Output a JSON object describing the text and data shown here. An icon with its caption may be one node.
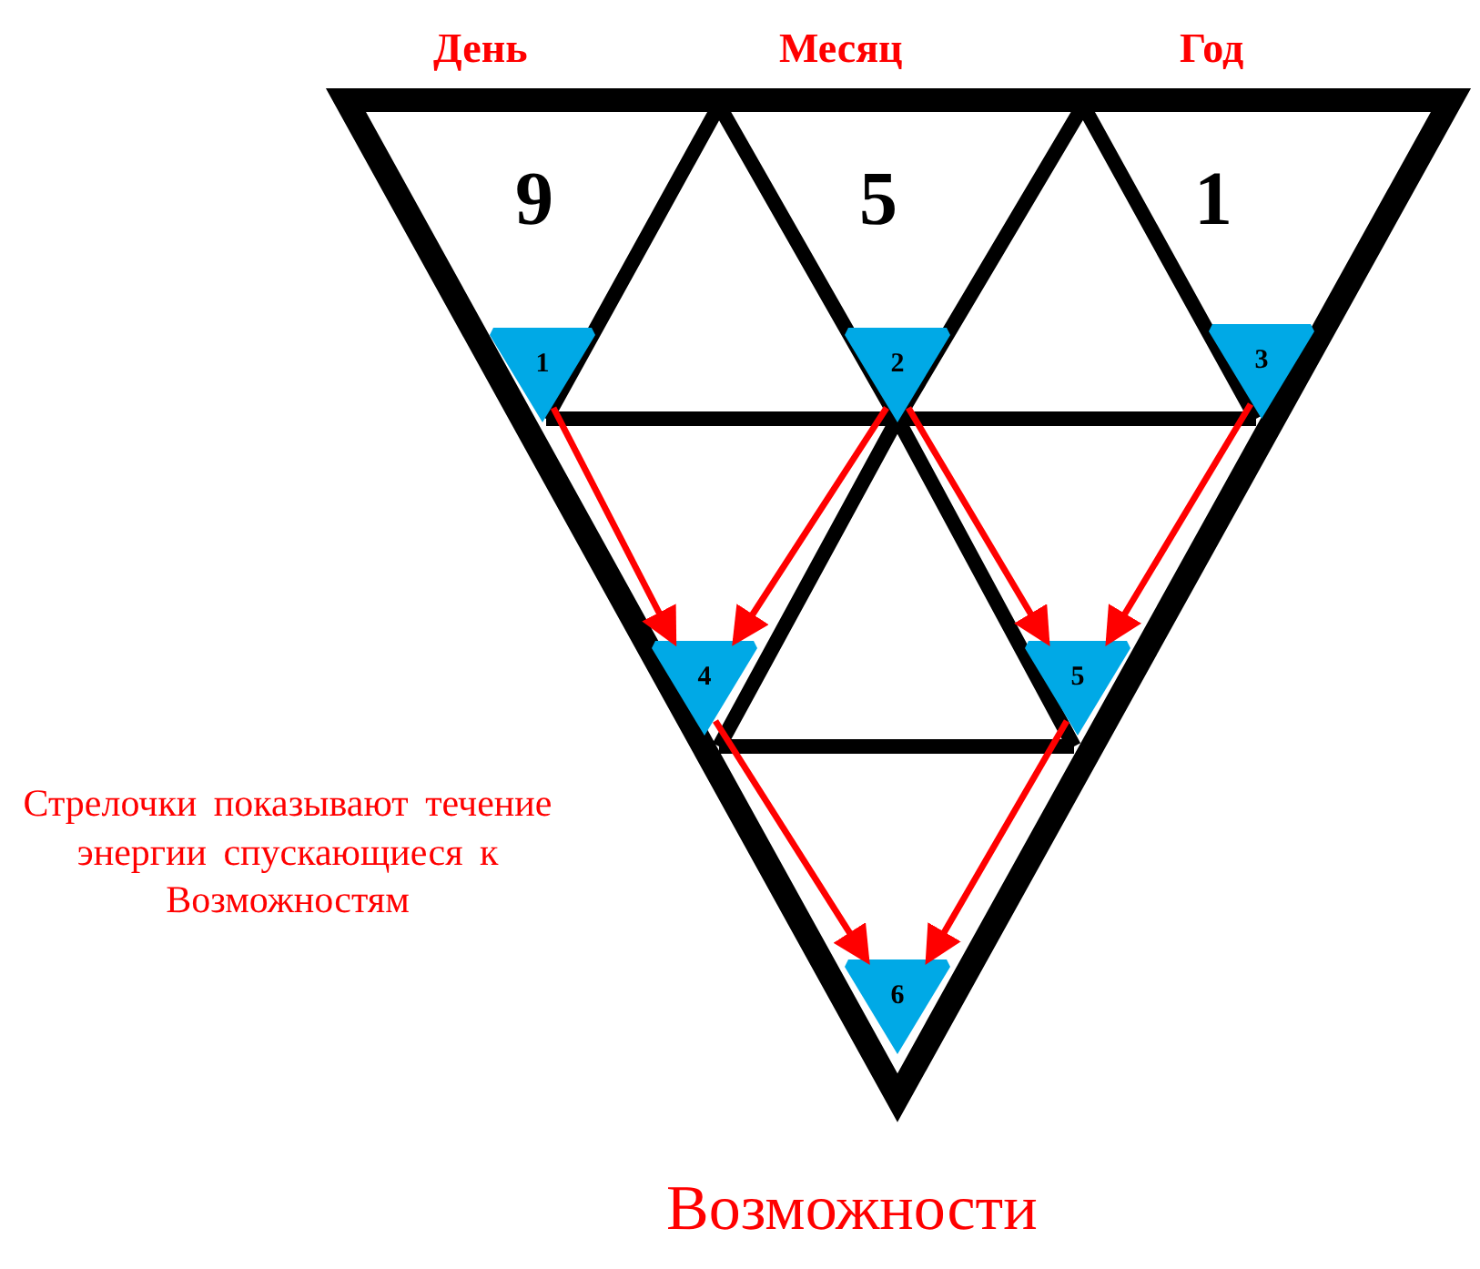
{
  "diagram": {
    "nodes": [
      {
        "text": [
          "1"
        ]
      },
      {
        "text": [
          "2"
        ]
      },
      {
        "text": [
          "3"
        ]
      },
      {
        "text": [
          "4"
        ]
      },
      {
        "text": [
          "5"
        ]
      },
      {
        "text": [
          "6"
        ]
      }
    ],
    "edges": [
      {
        "from": 0,
        "to": 3,
        "arrow": "to"
      },
      {
        "from": 1,
        "to": 3,
        "arrow": "to"
      },
      {
        "from": 1,
        "to": 4,
        "arrow": "to"
      },
      {
        "from": 2,
        "to": 4,
        "arrow": "to"
      },
      {
        "from": 3,
        "to": 5,
        "arrow": "to"
      },
      {
        "from": 4,
        "to": 5,
        "arrow": "to"
      }
    ],
    "labels": [
      "День",
      "Месяц",
      "Год",
      "9",
      "5",
      "1",
      "Стрелочки показывают течение энергии спускающиеся к Возможностям",
      "Возможности"
    ]
  }
}
